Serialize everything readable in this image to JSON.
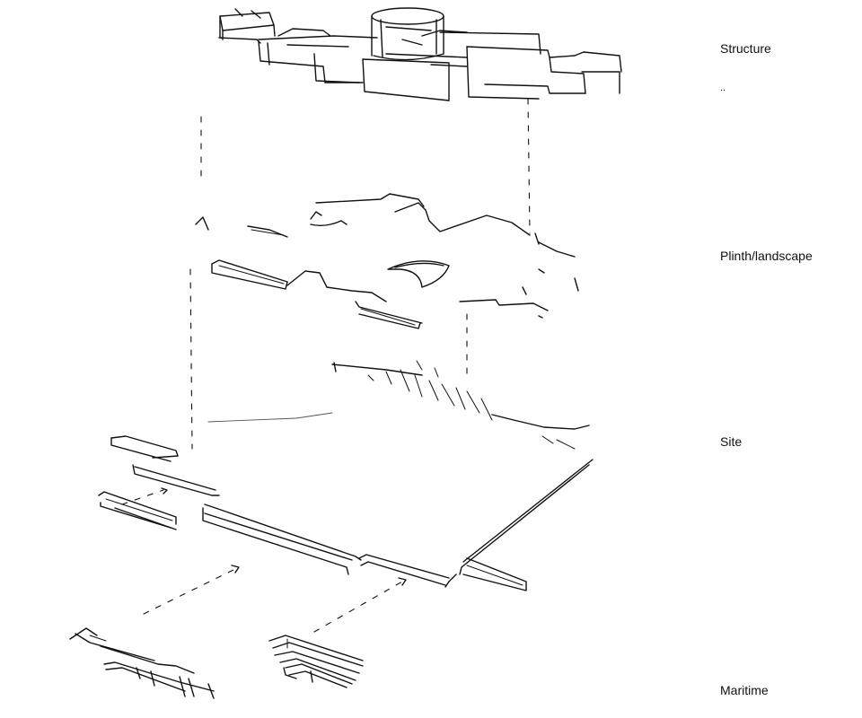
{
  "layers": [
    {
      "label": "Structure"
    },
    {
      "label": "Plinth/landscape"
    },
    {
      "label": "Site"
    },
    {
      "label": "Maritime"
    }
  ],
  "stray_mark": ".."
}
